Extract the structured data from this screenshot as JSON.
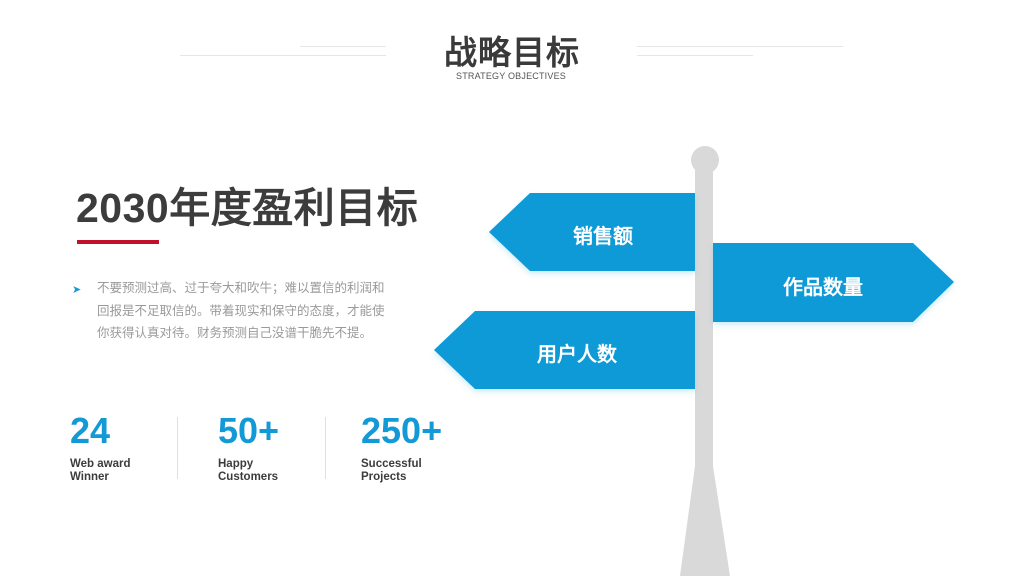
{
  "header": {
    "title": "战略目标",
    "subtitle": "STRATEGY OBJECTIVES"
  },
  "main": {
    "heading": "2030年度盈利目标",
    "body": "不要预测过高、过于夸大和吹牛；难以置信的利润和回报是不足取信的。带着现实和保守的态度，才能使你获得认真对待。财务预测自己没谱干脆先不提。"
  },
  "stats": [
    {
      "value": "24",
      "label_line1": "Web award",
      "label_line2": "Winner"
    },
    {
      "value": "50+",
      "label_line1": "Happy",
      "label_line2": "Customers"
    },
    {
      "value": "250+",
      "label_line1": "Successful",
      "label_line2": "Projects"
    }
  ],
  "signpost": {
    "signs": [
      "销售额",
      "作品数量",
      "用户人数"
    ]
  },
  "colors": {
    "accent_blue": "#0a9ad6",
    "accent_red": "#c0102a",
    "pole_gray": "#d9d9d9",
    "heading_text": "#3c3c3c",
    "body_text": "#9a9a9a"
  }
}
